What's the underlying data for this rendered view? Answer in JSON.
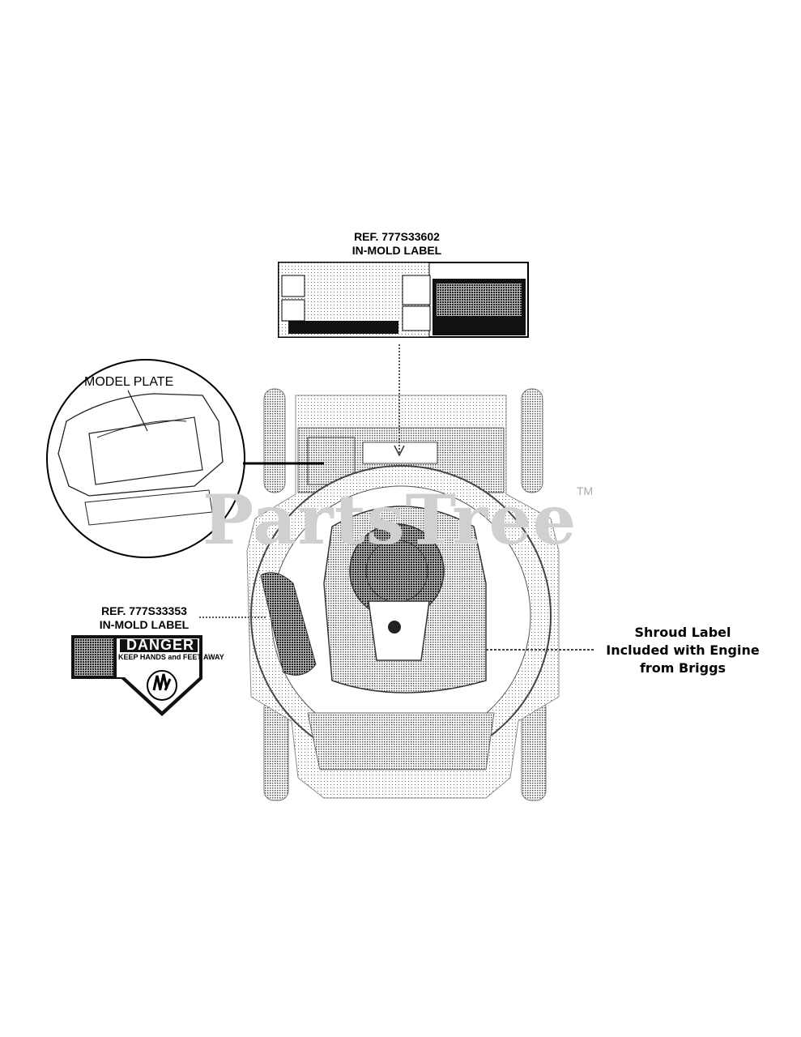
{
  "labels": {
    "top_ref": "REF. 777S33602",
    "top_type": "IN-MOLD LABEL",
    "left_ref": "REF. 777S33353",
    "left_type": "IN-MOLD LABEL",
    "model_plate": "MODEL PLATE",
    "shroud_line1": "Shroud Label",
    "shroud_line2": "Included with Engine",
    "shroud_line3": "from Briggs"
  },
  "decals": {
    "danger_title": "DANGER",
    "danger_sub": "KEEP HANDS and FEET AWAY"
  },
  "watermark": {
    "text": "PartsTree",
    "tm": "TM"
  }
}
